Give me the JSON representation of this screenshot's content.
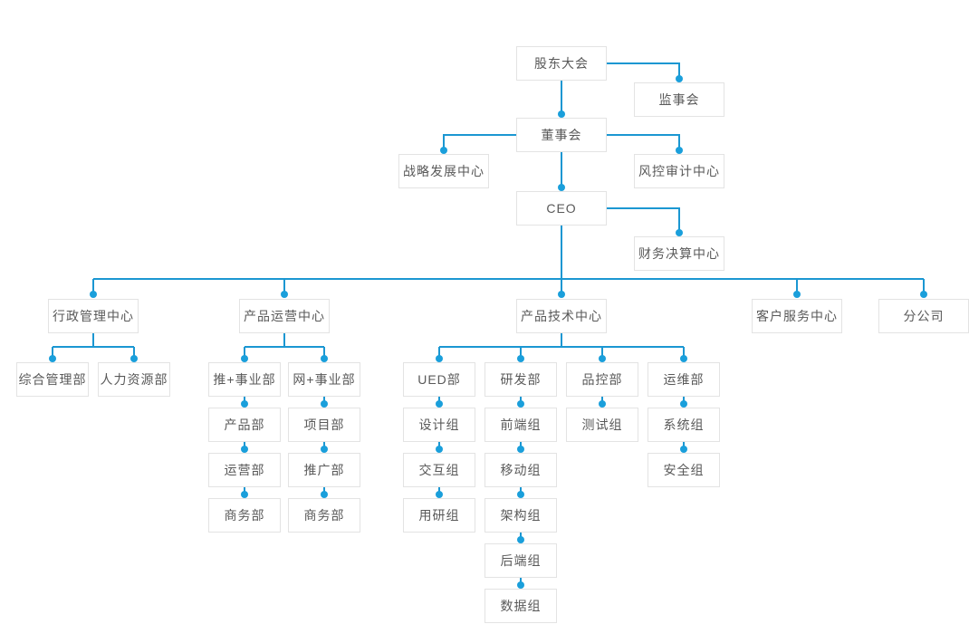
{
  "diagram_type": "org-chart",
  "colors": {
    "connector_line": "#1b97d2",
    "connector_dot": "#1a9fdb",
    "node_border": "#e3e3e3",
    "node_background": "#ffffff",
    "node_text": "#595959",
    "page_background": "#ffffff"
  },
  "nodes": {
    "shareholders_meeting": "股东大会",
    "supervisory_board": "监事会",
    "board_of_directors": "董事会",
    "strategy_development_center": "战略发展中心",
    "risk_audit_center": "风控审计中心",
    "ceo": "CEO",
    "financial_settlement_center": "财务决算中心",
    "admin_management_center": "行政管理中心",
    "general_management_dept": "综合管理部",
    "hr_dept": "人力资源部",
    "product_operation_center": "产品运营中心",
    "tui_plus_division": "推+事业部",
    "product_dept": "产品部",
    "operation_dept": "运营部",
    "business_dept_tui": "商务部",
    "wang_plus_division": "网+事业部",
    "project_dept": "项目部",
    "promotion_dept": "推广部",
    "business_dept_wang": "商务部",
    "product_tech_center": "产品技术中心",
    "ued_dept": "UED部",
    "design_group": "设计组",
    "interaction_group": "交互组",
    "user_research_group": "用研组",
    "rd_dept": "研发部",
    "frontend_group": "前端组",
    "mobile_group": "移动组",
    "architecture_group": "架构组",
    "backend_group": "后端组",
    "data_group": "数据组",
    "quality_control_dept": "品控部",
    "testing_group": "测试组",
    "om_dept": "运维部",
    "system_group": "系统组",
    "security_group": "安全组",
    "customer_service_center": "客户服务中心",
    "branch_company": "分公司"
  },
  "edges": [
    [
      "股东大会",
      "监事会"
    ],
    [
      "股东大会",
      "董事会"
    ],
    [
      "董事会",
      "战略发展中心"
    ],
    [
      "董事会",
      "风控审计中心"
    ],
    [
      "董事会",
      "CEO"
    ],
    [
      "CEO",
      "财务决算中心"
    ],
    [
      "CEO",
      "行政管理中心"
    ],
    [
      "CEO",
      "产品运营中心"
    ],
    [
      "CEO",
      "产品技术中心"
    ],
    [
      "CEO",
      "客户服务中心"
    ],
    [
      "CEO",
      "分公司"
    ],
    [
      "行政管理中心",
      "综合管理部"
    ],
    [
      "行政管理中心",
      "人力资源部"
    ],
    [
      "产品运营中心",
      "推+事业部"
    ],
    [
      "产品运营中心",
      "网+事业部"
    ],
    [
      "推+事业部",
      "产品部"
    ],
    [
      "产品部",
      "运营部"
    ],
    [
      "运营部",
      "商务部"
    ],
    [
      "网+事业部",
      "项目部"
    ],
    [
      "项目部",
      "推广部"
    ],
    [
      "推广部",
      "商务部"
    ],
    [
      "产品技术中心",
      "UED部"
    ],
    [
      "产品技术中心",
      "研发部"
    ],
    [
      "产品技术中心",
      "品控部"
    ],
    [
      "产品技术中心",
      "运维部"
    ],
    [
      "UED部",
      "设计组"
    ],
    [
      "设计组",
      "交互组"
    ],
    [
      "交互组",
      "用研组"
    ],
    [
      "研发部",
      "前端组"
    ],
    [
      "前端组",
      "移动组"
    ],
    [
      "移动组",
      "架构组"
    ],
    [
      "架构组",
      "后端组"
    ],
    [
      "后端组",
      "数据组"
    ],
    [
      "品控部",
      "测试组"
    ],
    [
      "运维部",
      "系统组"
    ],
    [
      "系统组",
      "安全组"
    ]
  ]
}
